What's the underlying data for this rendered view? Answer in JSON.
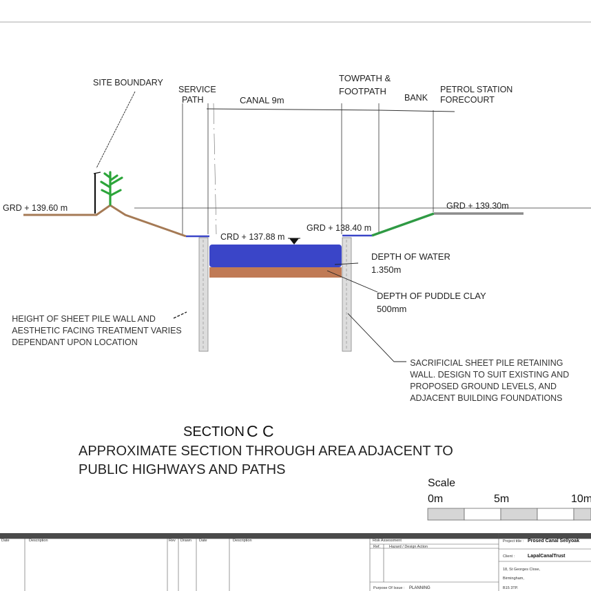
{
  "labels": {
    "site_boundary": "SITE BOUNDARY",
    "service_path_1": "SERVICE",
    "service_path_2": "PATH",
    "canal": "CANAL 9m",
    "towpath_1": "TOWPATH &",
    "towpath_2": "FOOTPATH",
    "bank": "BANK",
    "petrol_1": "PETROL STATION",
    "petrol_2": "FORECOURT",
    "grd_left": "GRD + 139.60 m",
    "grd_right": "GRD + 139.30m",
    "grd_towpath": "GRD + 138.40 m",
    "crd": "CRD + 137.88 m",
    "depth_water_1": "DEPTH OF WATER",
    "depth_water_2": "1.350m",
    "depth_clay_1": "DEPTH OF PUDDLE CLAY",
    "depth_clay_2": "500mm",
    "sheet_pile_note": [
      "HEIGHT OF SHEET PILE WALL AND",
      "AESTHETIC FACING TREATMENT VARIES",
      "DEPENDANT UPON LOCATION"
    ],
    "retaining_note": [
      "SACRIFICIAL SHEET PILE RETAINING",
      "WALL. DESIGN TO SUIT EXISTING AND",
      "PROPOSED GROUND LEVELS, AND",
      "ADJACENT BUILDING FOUNDATIONS"
    ]
  },
  "title": {
    "section_prefix": "SECTION",
    "section_id": "C C",
    "line1": "APPROXIMATE SECTION THROUGH AREA ADJACENT TO",
    "line2": "PUBLIC HIGHWAYS AND PATHS"
  },
  "scale": {
    "heading": "Scale",
    "ticks": [
      "0m",
      "5m",
      "10m"
    ]
  },
  "title_block": {
    "col_date": "Date",
    "col_description": "Description",
    "col_rev": "Rev",
    "col_drawn": "Drawn",
    "col_date2": "Date",
    "col_description2": "Description",
    "risk_assessment": "Risk Assessment",
    "ref": "Ref.",
    "hazard": "Hazard / Design Action",
    "purpose_label": "Purpose Of Issue :",
    "purpose_value": "PLANNING",
    "project_title_label": "Project title :",
    "project_title_value": "Prosed Canal Sellyoak",
    "client_label": "Client :",
    "client_value": "LapalCanalTrust",
    "address": [
      "18, St Georges Close,",
      "Birmingham,",
      "B15 3TP."
    ]
  },
  "colors": {
    "ground_brown": "#a57a55",
    "water_blue": "#3a45c8",
    "clay_brown": "#c07a55",
    "bank_green": "#2f9a44",
    "tree_green": "#2ca53a",
    "pile_grey": "#bdbdbd",
    "forecourt_grey": "#8c8c8c"
  }
}
